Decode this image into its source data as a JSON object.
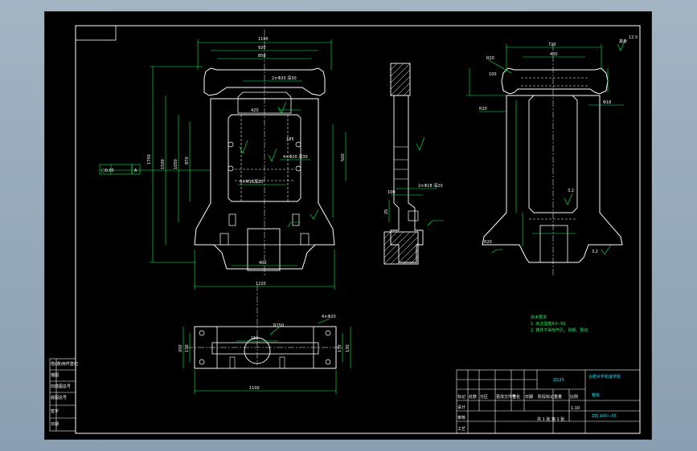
{
  "drawing": {
    "title_block": {
      "company": "合肥大学机械学院",
      "part_name": "箱体",
      "drawing_no": "ZZJ 400—55",
      "material": "ZG35",
      "scale": "1:10",
      "sheet_info": "共 1 张 第 1 张",
      "row_labels": [
        "标记",
        "设计",
        "审核",
        "工艺"
      ],
      "col_labels": [
        "处数",
        "分区",
        "更改文件号",
        "签名",
        "日期"
      ],
      "stage_labels": [
        "阶段标记",
        "重量",
        "比例"
      ]
    },
    "side_panel": {
      "labels": [
        "借(通)用件登记",
        "描图",
        "旧底图总号",
        "底图总号",
        "签字",
        "日期"
      ]
    },
    "technical_notes": {
      "title": "技术要求",
      "items": [
        "1. 未注圆角R3~R5",
        "2. 铸件不得有气孔、砂眼、裂纹"
      ]
    },
    "roughness_symbol": "其余",
    "front_view": {
      "dims": {
        "top_overall": "1100",
        "top_mid": "920",
        "top_inner": "850",
        "height_overall": "1750",
        "height_1": "1500",
        "height_2": "1050",
        "height_3": "870",
        "height_4": "500",
        "base_width": "1220",
        "base_inner": "400",
        "hole_note": "2×Φ20 深30",
        "hole_note_2": "4×Φ20 深30",
        "hole_note_3": "4×M16深20",
        "boss": "185",
        "depth_mark": "420"
      },
      "datum_box": "□0.05",
      "datum_letter": "A"
    },
    "side_view": {
      "hole_note": "2×Φ18 深20",
      "dim_100": "100",
      "dim_small": "25"
    },
    "right_view": {
      "dims": {
        "top": "720",
        "top_inner": "400",
        "r_top": "R20",
        "left_100": "100",
        "hole": "Φ18",
        "r_20": "R20",
        "bottom_note": "R20"
      },
      "roughness_values": [
        "12.5",
        "3.2",
        "3.2"
      ]
    },
    "top_view": {
      "dims": {
        "width": "1100",
        "left_h": "200",
        "left_h2": "170",
        "right_h": "170",
        "right_h2": "130",
        "hole_r": "R150",
        "holes": "4×Φ20",
        "inner_w": "150"
      }
    }
  }
}
